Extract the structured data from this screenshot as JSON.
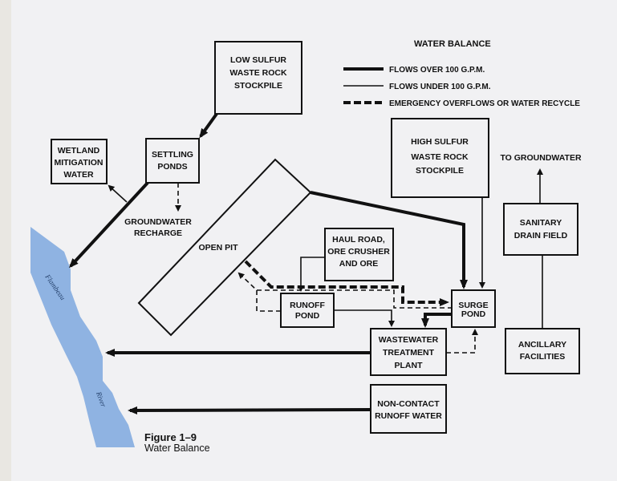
{
  "legend": {
    "title": "WATER BALANCE",
    "items": [
      {
        "style": "thick",
        "label": "FLOWS OVER 100 G.P.M."
      },
      {
        "style": "thin",
        "label": "FLOWS UNDER 100 G.P.M."
      },
      {
        "style": "dashed",
        "label": "EMERGENCY OVERFLOWS OR WATER RECYCLE"
      }
    ]
  },
  "nodes": {
    "low_sulfur": [
      "LOW SULFUR",
      "WASTE ROCK",
      "STOCKPILE"
    ],
    "wetland": [
      "WETLAND",
      "MITIGATION",
      "WATER"
    ],
    "settling": [
      "SETTLING",
      "PONDS"
    ],
    "groundwater_recharge": [
      "GROUNDWATER",
      "RECHARGE"
    ],
    "high_sulfur": [
      "HIGH SULFUR",
      "WASTE ROCK",
      "STOCKPILE"
    ],
    "to_groundwater": "TO GROUNDWATER",
    "sanitary": [
      "SANITARY",
      "DRAIN FIELD"
    ],
    "open_pit": "OPEN PIT",
    "haul_road": [
      "HAUL ROAD,",
      "ORE CRUSHER",
      "AND ORE"
    ],
    "runoff_pond": [
      "RUNOFF",
      "POND"
    ],
    "surge_pond": [
      "SURGE",
      "POND"
    ],
    "wwtp": [
      "WASTEWATER",
      "TREATMENT",
      "PLANT"
    ],
    "ancillary": [
      "ANCILLARY",
      "FACILITIES"
    ],
    "non_contact": [
      "NON-CONTACT",
      "RUNOFF WATER"
    ]
  },
  "river": {
    "name_1": "Flambeau",
    "name_2": "River",
    "color": "#8fb3e2"
  },
  "caption": {
    "number": "Figure 1–9",
    "title": "Water Balance"
  }
}
